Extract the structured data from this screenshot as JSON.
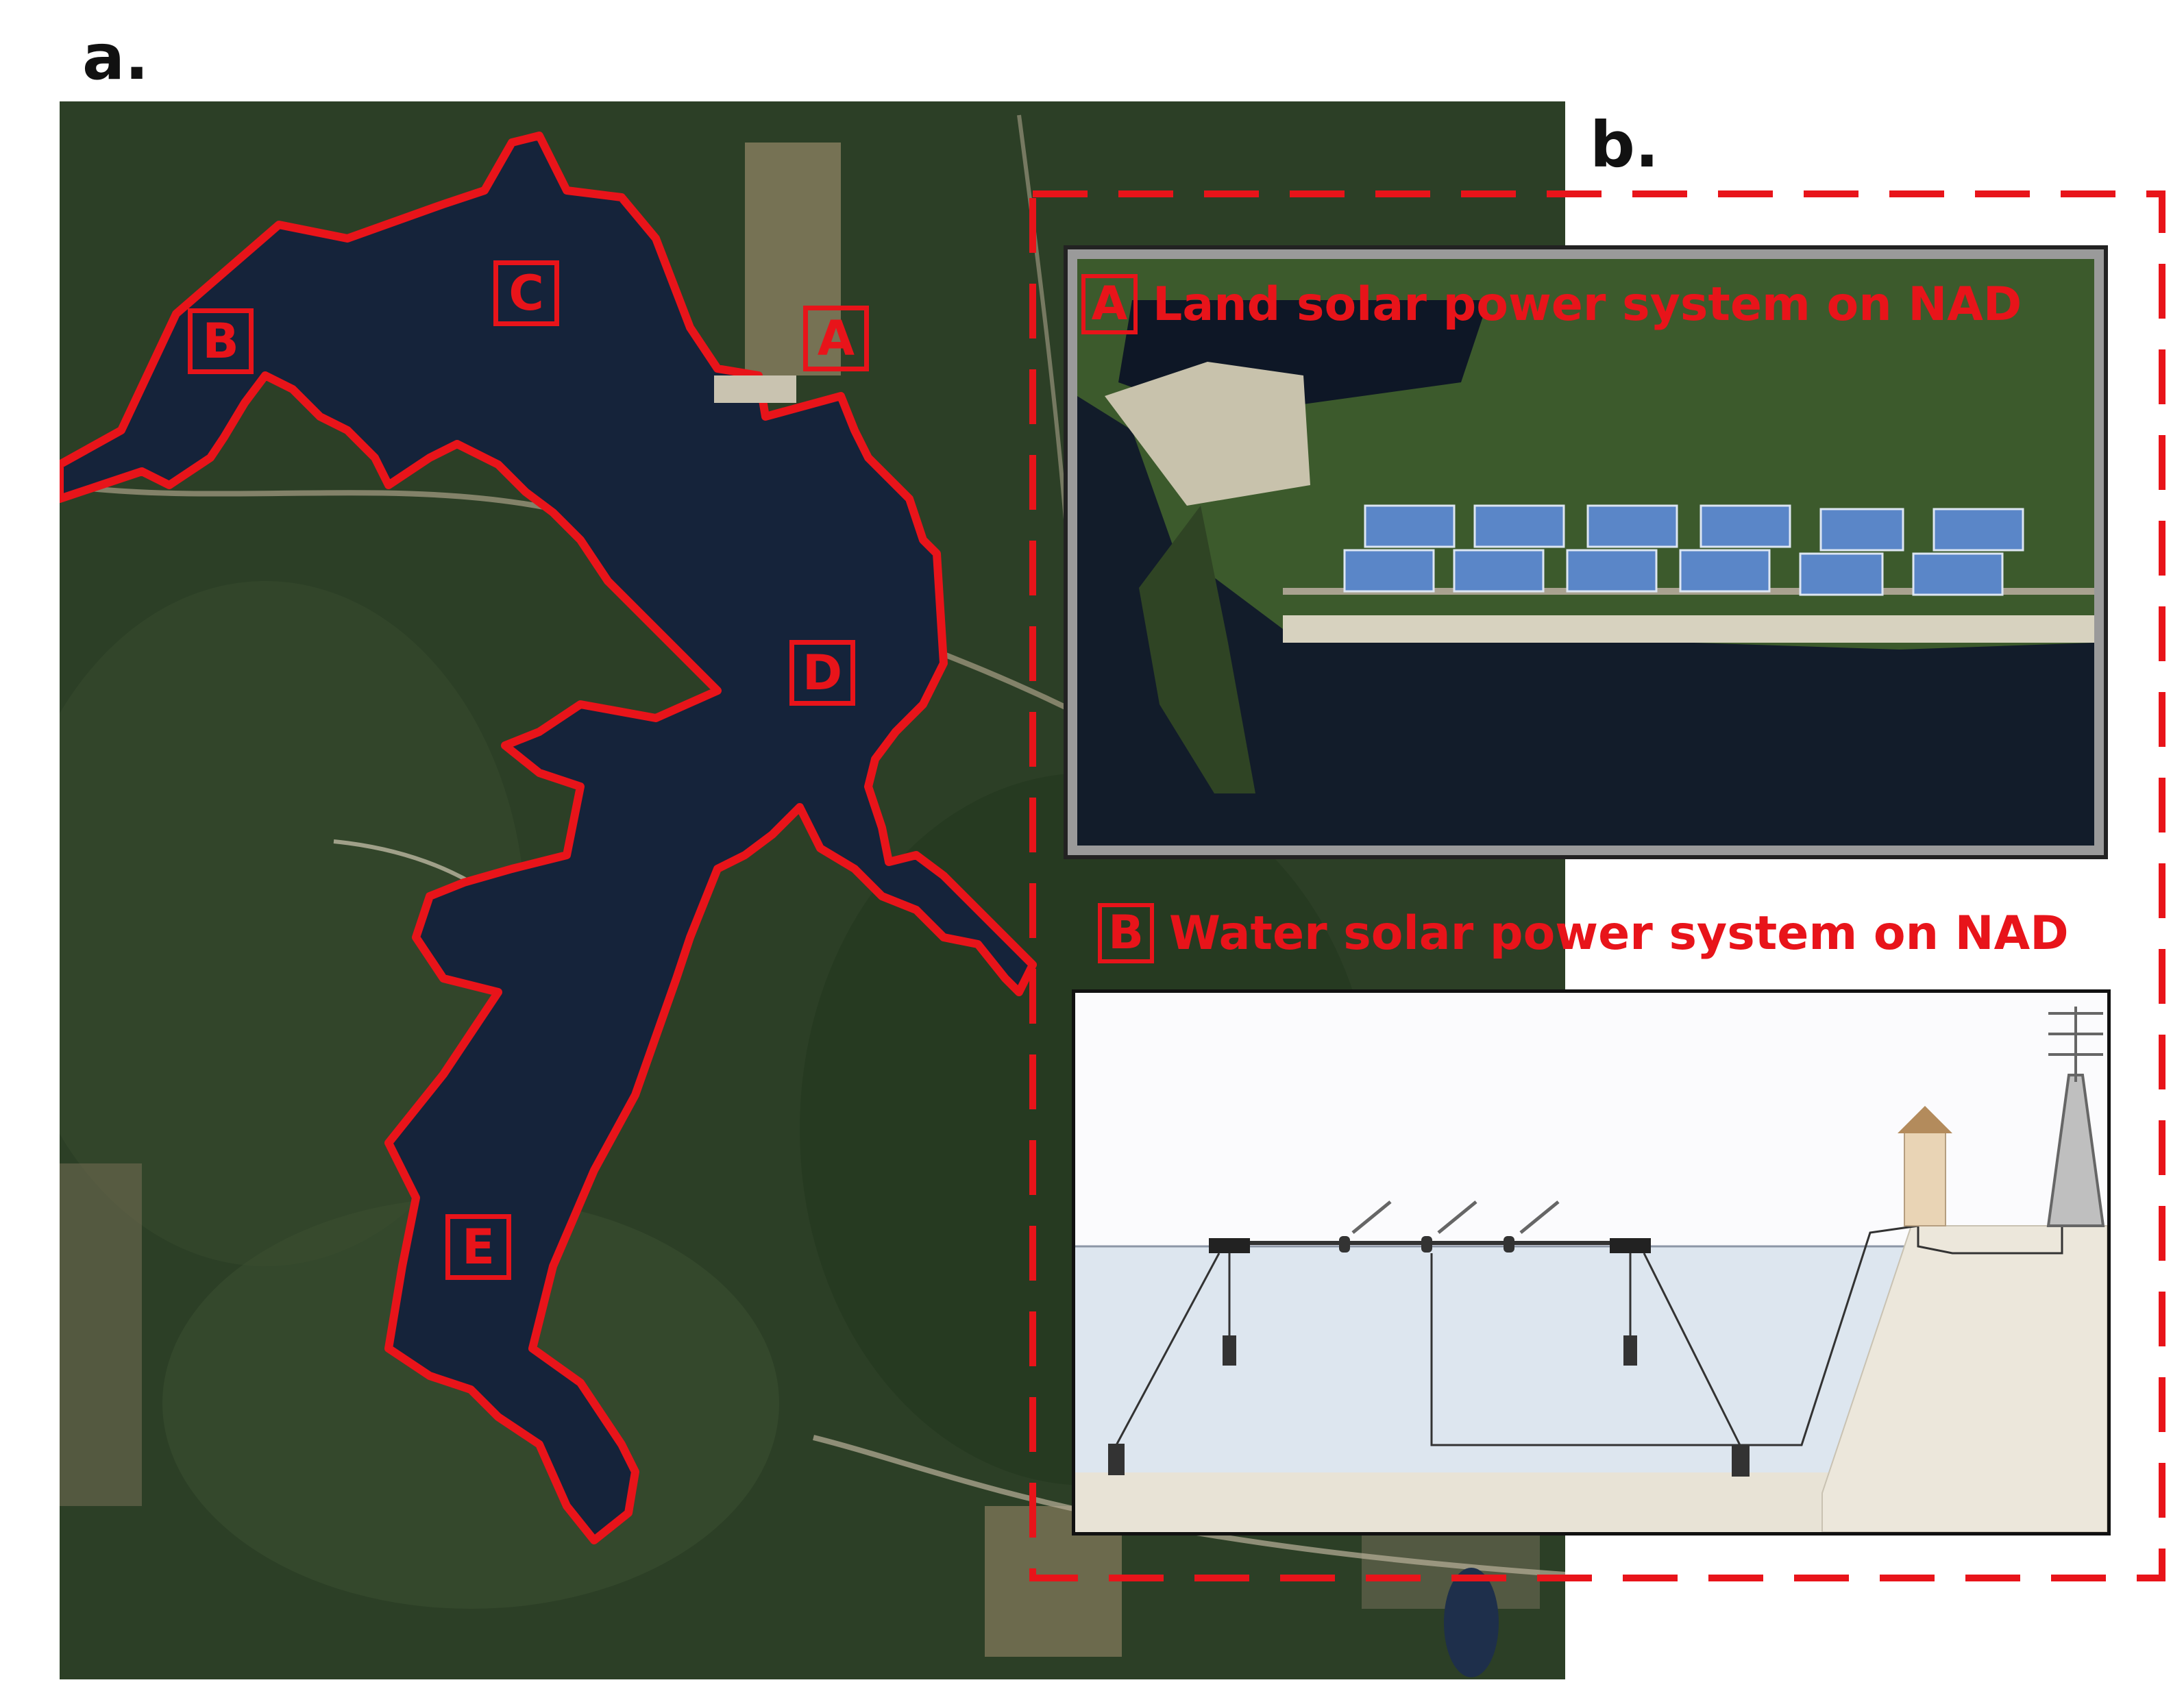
{
  "panels": {
    "a_label": "a.",
    "b_label": "b."
  },
  "map": {
    "regions": [
      "B",
      "C",
      "A",
      "D",
      "E"
    ]
  },
  "inset": {
    "photo_caption_key": "A",
    "photo_caption": "Land solar power system on NAD",
    "diagram_caption_key": "B",
    "diagram_caption": "Water solar power system on NAD"
  },
  "colors": {
    "boundary": "#e8141a",
    "water": "#15233a",
    "forest": "#2a3d25",
    "panel_blue": "#5a86c8"
  }
}
